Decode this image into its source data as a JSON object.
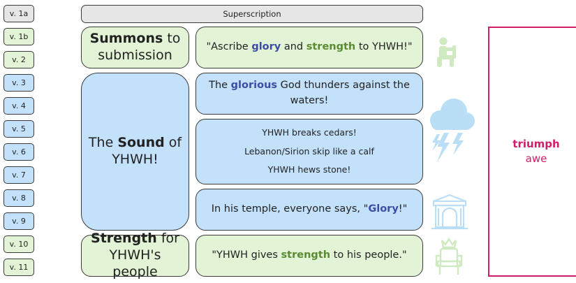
{
  "verses": [
    {
      "label": "v. 1a",
      "group": "gray"
    },
    {
      "label": "v. 1b",
      "group": "green"
    },
    {
      "label": "v. 2",
      "group": "green"
    },
    {
      "label": "v. 3",
      "group": "blue"
    },
    {
      "label": "v. 4",
      "group": "blue"
    },
    {
      "label": "v. 5",
      "group": "blue"
    },
    {
      "label": "v. 6",
      "group": "blue"
    },
    {
      "label": "v. 7",
      "group": "blue"
    },
    {
      "label": "v. 8",
      "group": "blue"
    },
    {
      "label": "v. 9",
      "group": "blue"
    },
    {
      "label": "v. 10",
      "group": "green"
    },
    {
      "label": "v. 11",
      "group": "green"
    }
  ],
  "superscription": "Superscription",
  "sections": {
    "summons": {
      "bold": "Summons",
      "rest": " to submission"
    },
    "sound": {
      "pre": "The ",
      "bold": "Sound",
      "post": " of YHWH!"
    },
    "strength": {
      "bold": "Strength",
      "rest": " for YHWH's people"
    }
  },
  "quotes": {
    "ascribe": {
      "pre": "\"Ascribe ",
      "kw1": "glory",
      "mid": " and ",
      "kw2": "strength",
      "post": " to YHWH!\""
    },
    "glorious": {
      "pre": "The ",
      "kw": "glorious",
      "post": " God thunders against the waters!"
    },
    "breaks": [
      "YHWH breaks cedars!",
      "Lebanon/Sirion skip like a calf",
      "YHWH hews stone!"
    ],
    "temple": {
      "pre": "In his temple, everyone says, \"",
      "kw": "Glory",
      "post": "!\""
    },
    "gives": {
      "pre": "\"YHWH gives ",
      "kw": "strength",
      "post": " to his people.\""
    }
  },
  "icons": [
    "kneeling-person-icon",
    "storm-cloud-icon",
    "temple-icon",
    "throne-icon"
  ],
  "emotion": {
    "line1": "triumph",
    "line2": "awe"
  },
  "colors": {
    "green_fill": "#e2f3d6",
    "blue_fill": "#c3e1fa",
    "gray_fill": "#e6e6e6",
    "keyword_blue": "#3b4da6",
    "keyword_green": "#5a8a32",
    "accent": "#cf1f6a"
  }
}
